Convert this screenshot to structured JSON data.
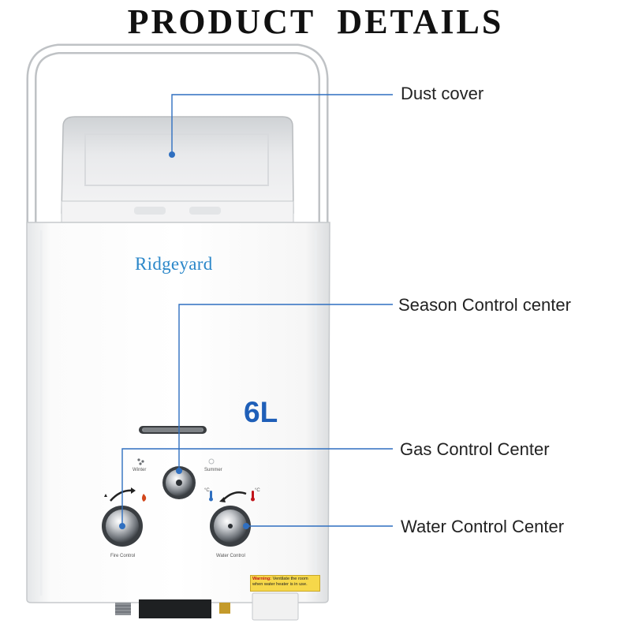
{
  "header": {
    "title": "PRODUCT  DETAILS"
  },
  "product": {
    "brand": "Ridgeyard",
    "capacity": "6L",
    "season_labels": {
      "winter": "Winter",
      "summer": "Summer"
    },
    "knob_labels": {
      "fire": "Fire Control",
      "water": "Water Control"
    },
    "temp_unit": "°C",
    "warning": {
      "prefix": "Warning:",
      "text": "Ventilate the room when water heater is in use."
    }
  },
  "callouts": [
    {
      "label": "Dust cover"
    },
    {
      "label": "Season Control center"
    },
    {
      "label": "Gas Control Center"
    },
    {
      "label": "Water Control Center"
    }
  ],
  "colors": {
    "callout_line": "#2f6fc0",
    "brand": "#2b87c9",
    "capacity": "#1f5fb8",
    "warning_bg": "#f6d84a"
  }
}
